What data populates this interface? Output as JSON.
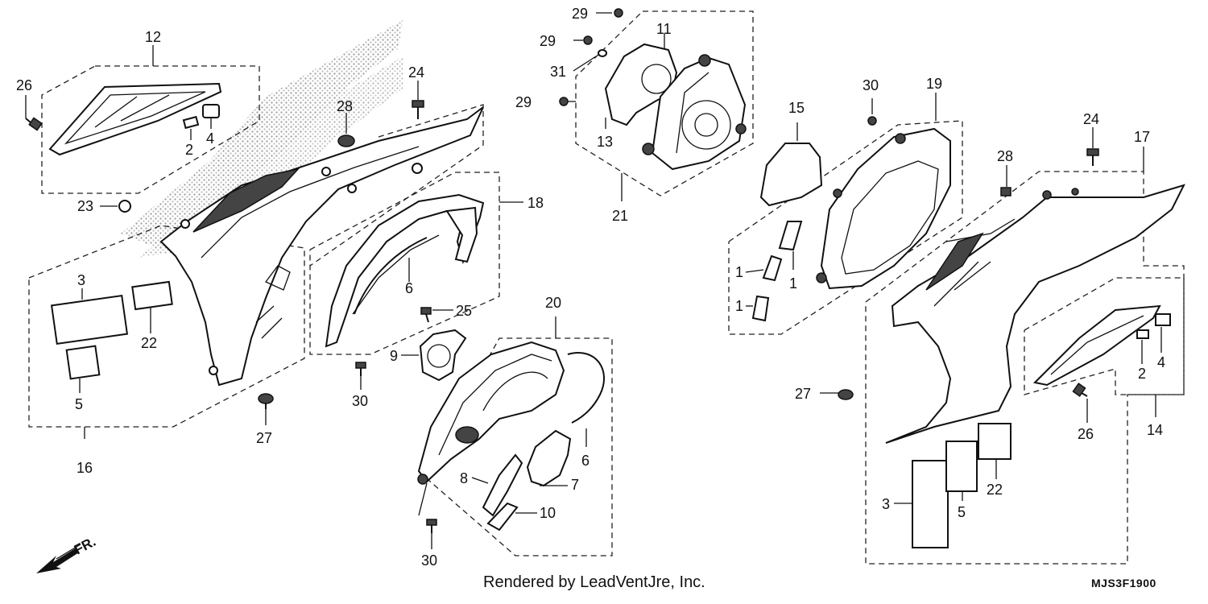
{
  "callouts": {
    "c12": "12",
    "c26a": "26",
    "c2a": "2",
    "c4a": "4",
    "c23": "23",
    "c28a": "28",
    "c24a": "24",
    "c3a": "3",
    "c22a": "22",
    "c5a": "5",
    "c16": "16",
    "c18": "18",
    "c6a": "6",
    "c25": "25",
    "c9": "9",
    "c30a": "30",
    "c27a": "27",
    "c29a": "29",
    "c29b": "29",
    "c31": "31",
    "c29c": "29",
    "c11": "11",
    "c13": "13",
    "c21": "21",
    "c20": "20",
    "c6b": "6",
    "c7": "7",
    "c8": "8",
    "c10": "10",
    "c30b": "30",
    "c30c": "30",
    "c15": "15",
    "c19": "19",
    "c1a": "1",
    "c1b": "1",
    "c1c": "1",
    "c28b": "28",
    "c24b": "24",
    "c17": "17",
    "c27b": "27",
    "c26b": "26",
    "c2b": "2",
    "c4b": "4",
    "c14": "14",
    "c3b": "3",
    "c5b": "5",
    "c22b": "22"
  },
  "front_indicator": "FR.",
  "footer": {
    "rendered_by": "Rendered by LeadVentJre, Inc.",
    "diagram_code": "MJS3F1900"
  }
}
